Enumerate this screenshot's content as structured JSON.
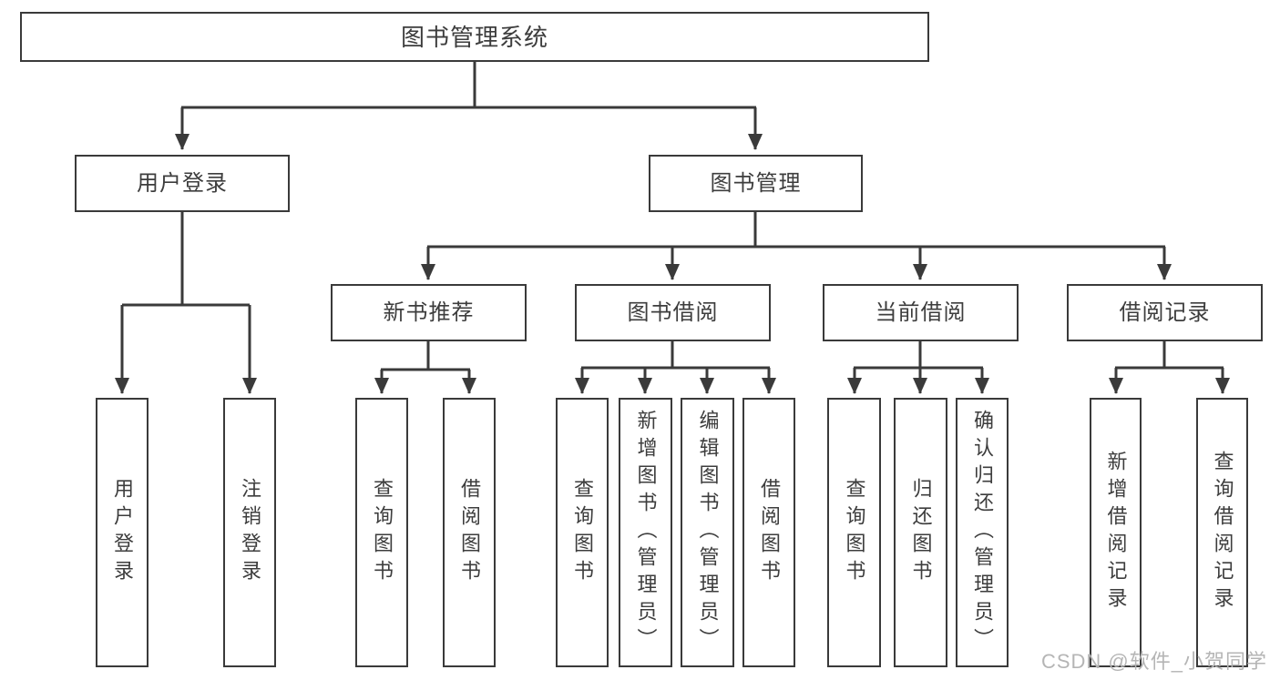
{
  "page": {
    "background": "#ffffff"
  },
  "colors": {
    "line": "#3a3a3a",
    "border": "#3a3a3a",
    "text": "#3d3d3d",
    "watermark": "#b5b5b5"
  },
  "diagram": {
    "type": "hierarchy-tree",
    "root": {
      "label": "图书管理系统"
    },
    "level2": [
      {
        "label": "用户登录"
      },
      {
        "label": "图书管理"
      }
    ],
    "level3": [
      {
        "label": "新书推荐"
      },
      {
        "label": "图书借阅"
      },
      {
        "label": "当前借阅"
      },
      {
        "label": "借阅记录"
      }
    ],
    "level4_groups": [
      {
        "parent": "用户登录",
        "children": [
          {
            "label": "用户登录"
          },
          {
            "label": "注销登录"
          }
        ]
      },
      {
        "parent": "新书推荐",
        "children": [
          {
            "label": "查询图书"
          },
          {
            "label": "借阅图书"
          }
        ]
      },
      {
        "parent": "图书借阅",
        "children": [
          {
            "label": "查询图书"
          },
          {
            "label": "新增图书（管理员）"
          },
          {
            "label": "编辑图书（管理员）"
          },
          {
            "label": "借阅图书"
          }
        ]
      },
      {
        "parent": "当前借阅",
        "children": [
          {
            "label": "查询图书"
          },
          {
            "label": "归还图书"
          },
          {
            "label": "确认归还（管理员）"
          }
        ]
      },
      {
        "parent": "借阅记录",
        "children": [
          {
            "label": "新增借阅记录"
          },
          {
            "label": "查询借阅记录"
          }
        ]
      }
    ]
  },
  "watermark": {
    "text": "CSDN @软件_小贺同学"
  }
}
